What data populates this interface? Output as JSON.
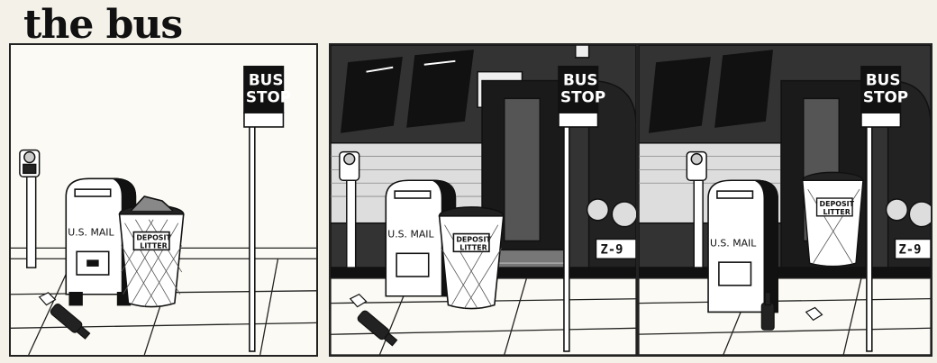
{
  "title": "the bus",
  "sign": {
    "line1": "BUS",
    "line2": "STOP"
  },
  "mailbox": {
    "label": "U.S. MAIL"
  },
  "trash": {
    "line1": "DEPOSIT",
    "line2": "LITTER"
  },
  "bus": {
    "plate": "Z-9"
  },
  "colors": {
    "ink": "#111111",
    "paper": "#fbfaf4",
    "background": "#f4f1e8"
  }
}
